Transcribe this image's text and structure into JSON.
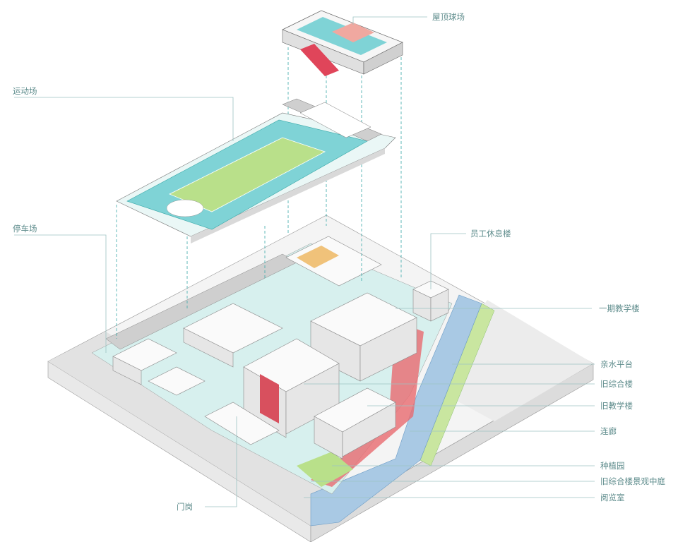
{
  "labels": {
    "rooftop_court": "屋顶球场",
    "sports_field": "运动场",
    "parking": "停车场",
    "staff_lounge": "员工休息楼",
    "phase1_teaching": "一期教学楼",
    "waterfront_platform": "亲水平台",
    "old_complex": "旧综合楼",
    "old_teaching": "旧教学楼",
    "corridor": "连廊",
    "garden": "种植园",
    "old_complex_courtyard": "旧综合楼景观中庭",
    "reading_room": "阅览室",
    "gatehouse": "门岗"
  },
  "colors": {
    "label": "#5e8c8c",
    "water": "#a9c9e4",
    "track": "#7fd3d6",
    "field": "#b9e08a",
    "accent_red": "#e0455a"
  }
}
